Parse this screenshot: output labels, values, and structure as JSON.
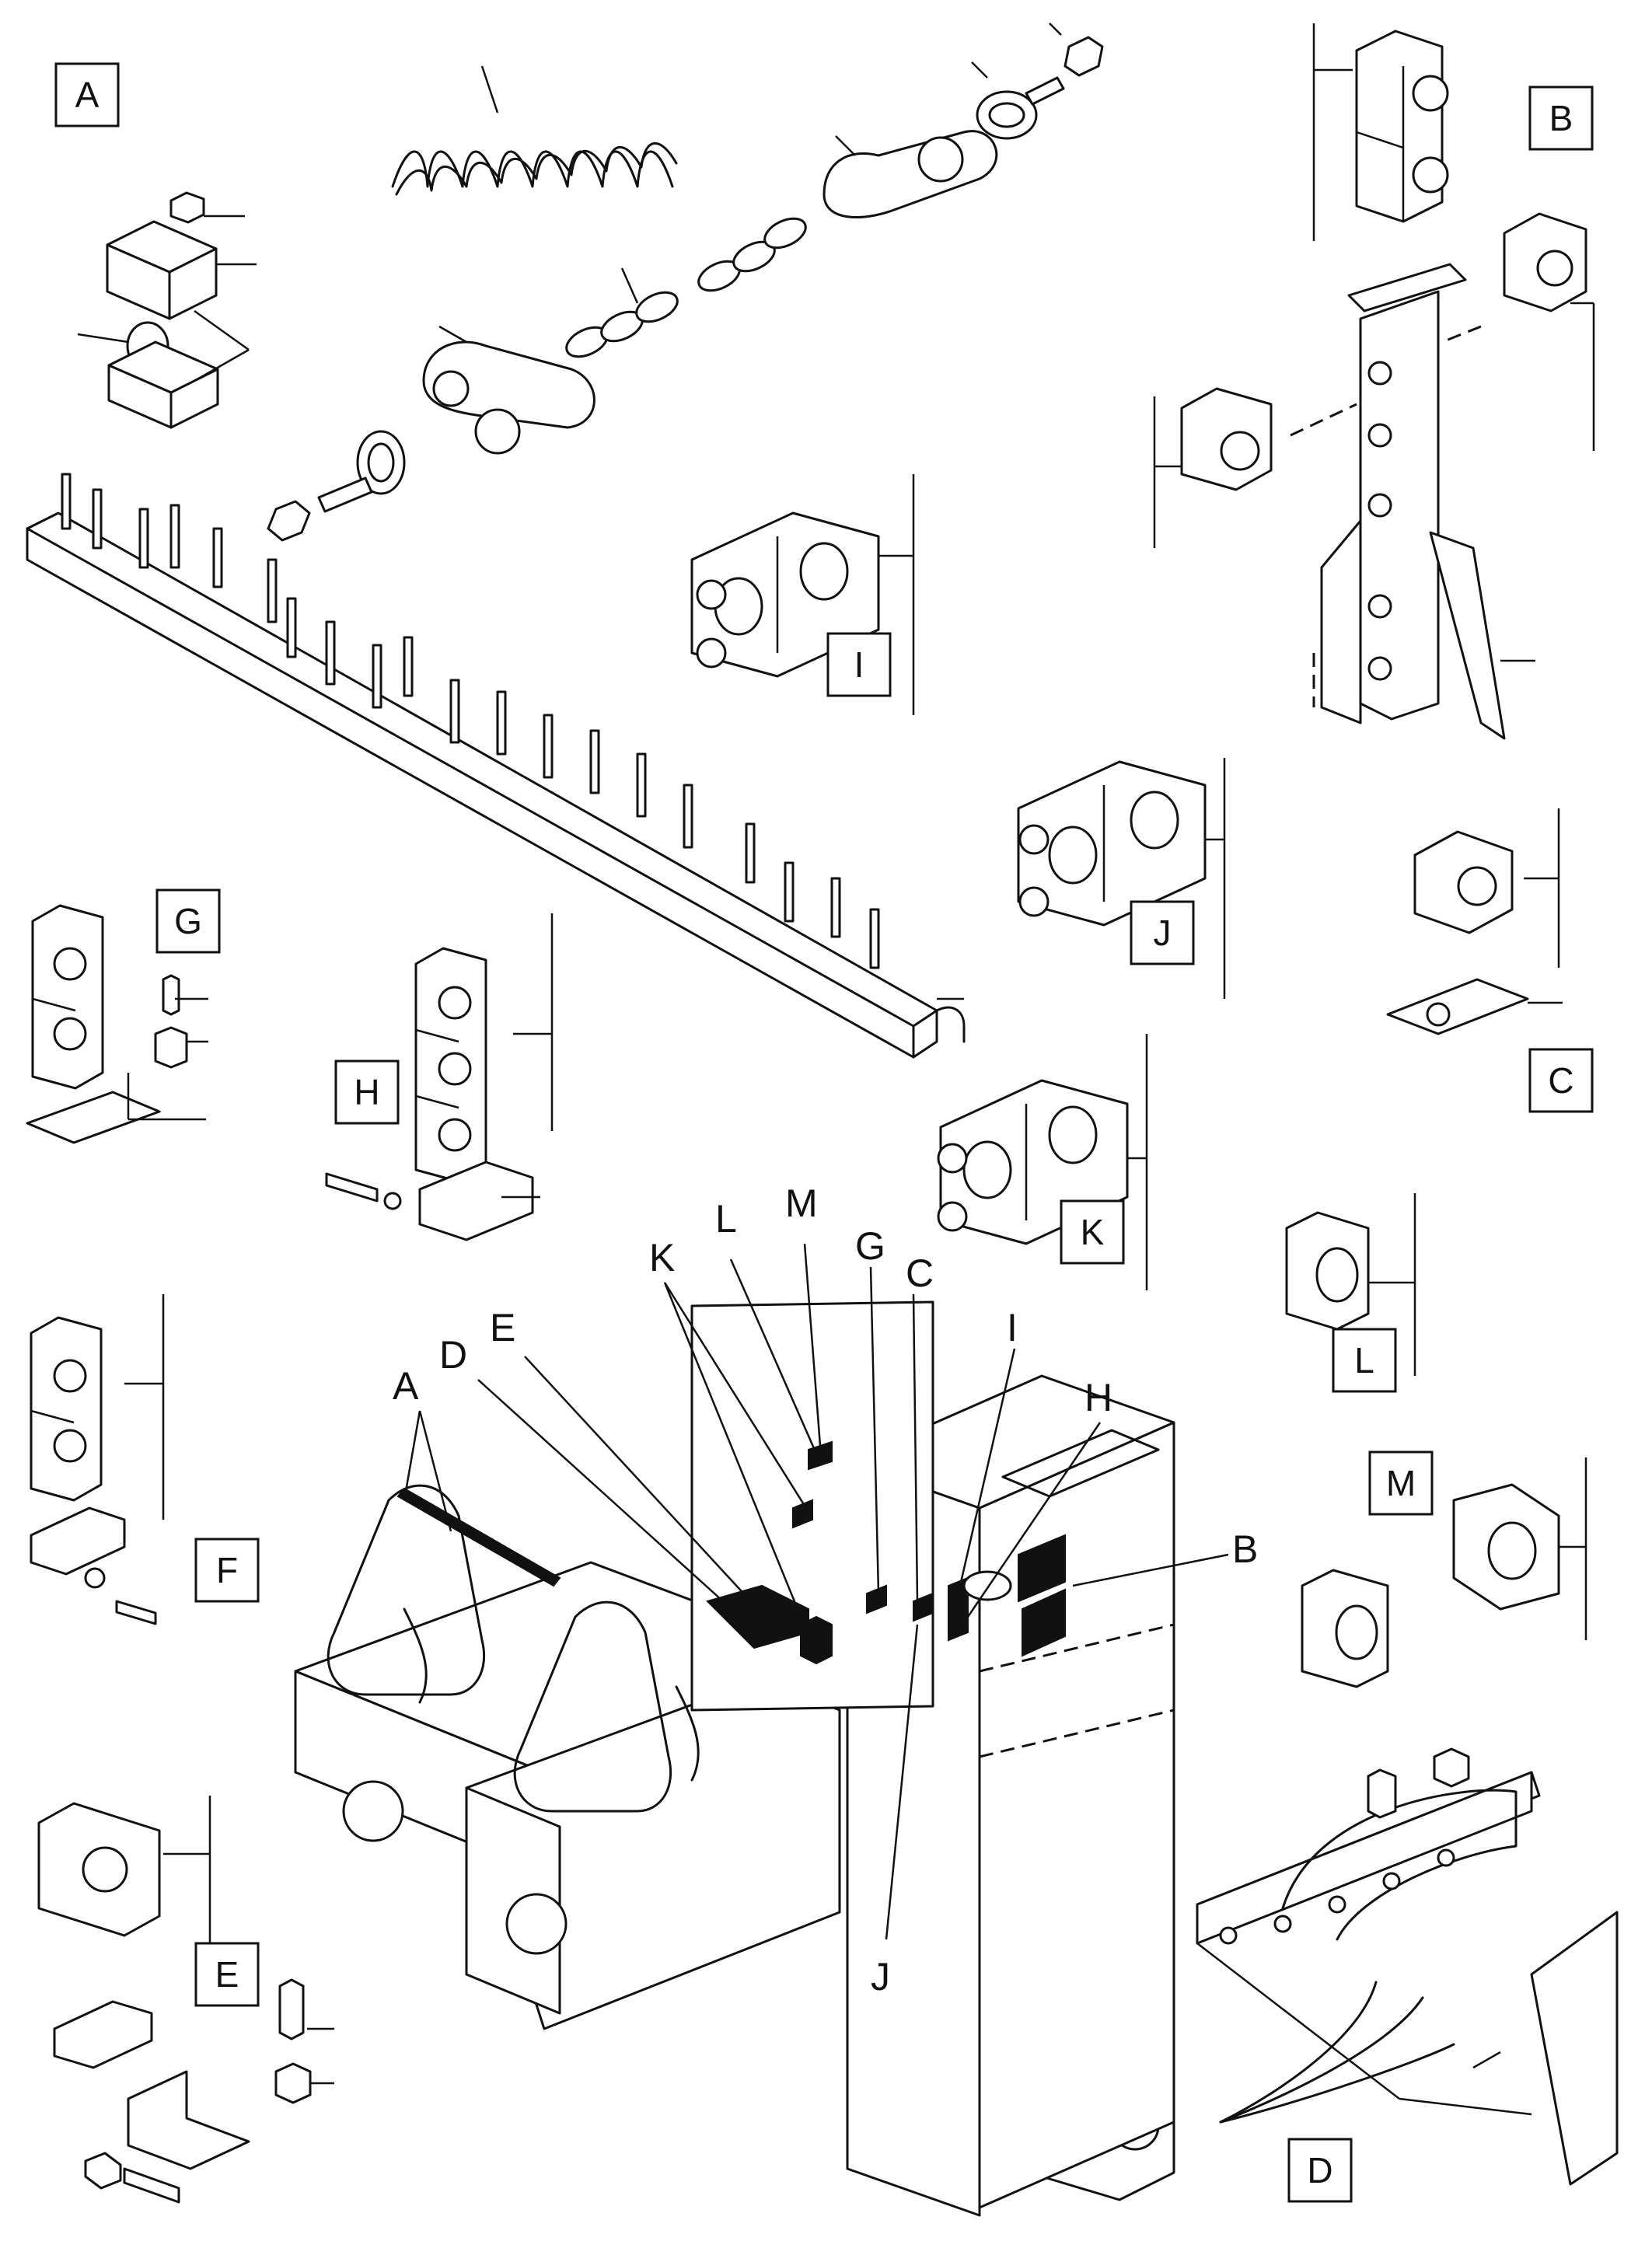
{
  "boxed_labels": [
    "A",
    "B",
    "C",
    "D",
    "E",
    "F",
    "G",
    "H",
    "I",
    "J",
    "K",
    "L",
    "M"
  ],
  "callout_labels": [
    "A",
    "D",
    "E",
    "K",
    "L",
    "M",
    "G",
    "C",
    "I",
    "H",
    "B",
    "J"
  ]
}
